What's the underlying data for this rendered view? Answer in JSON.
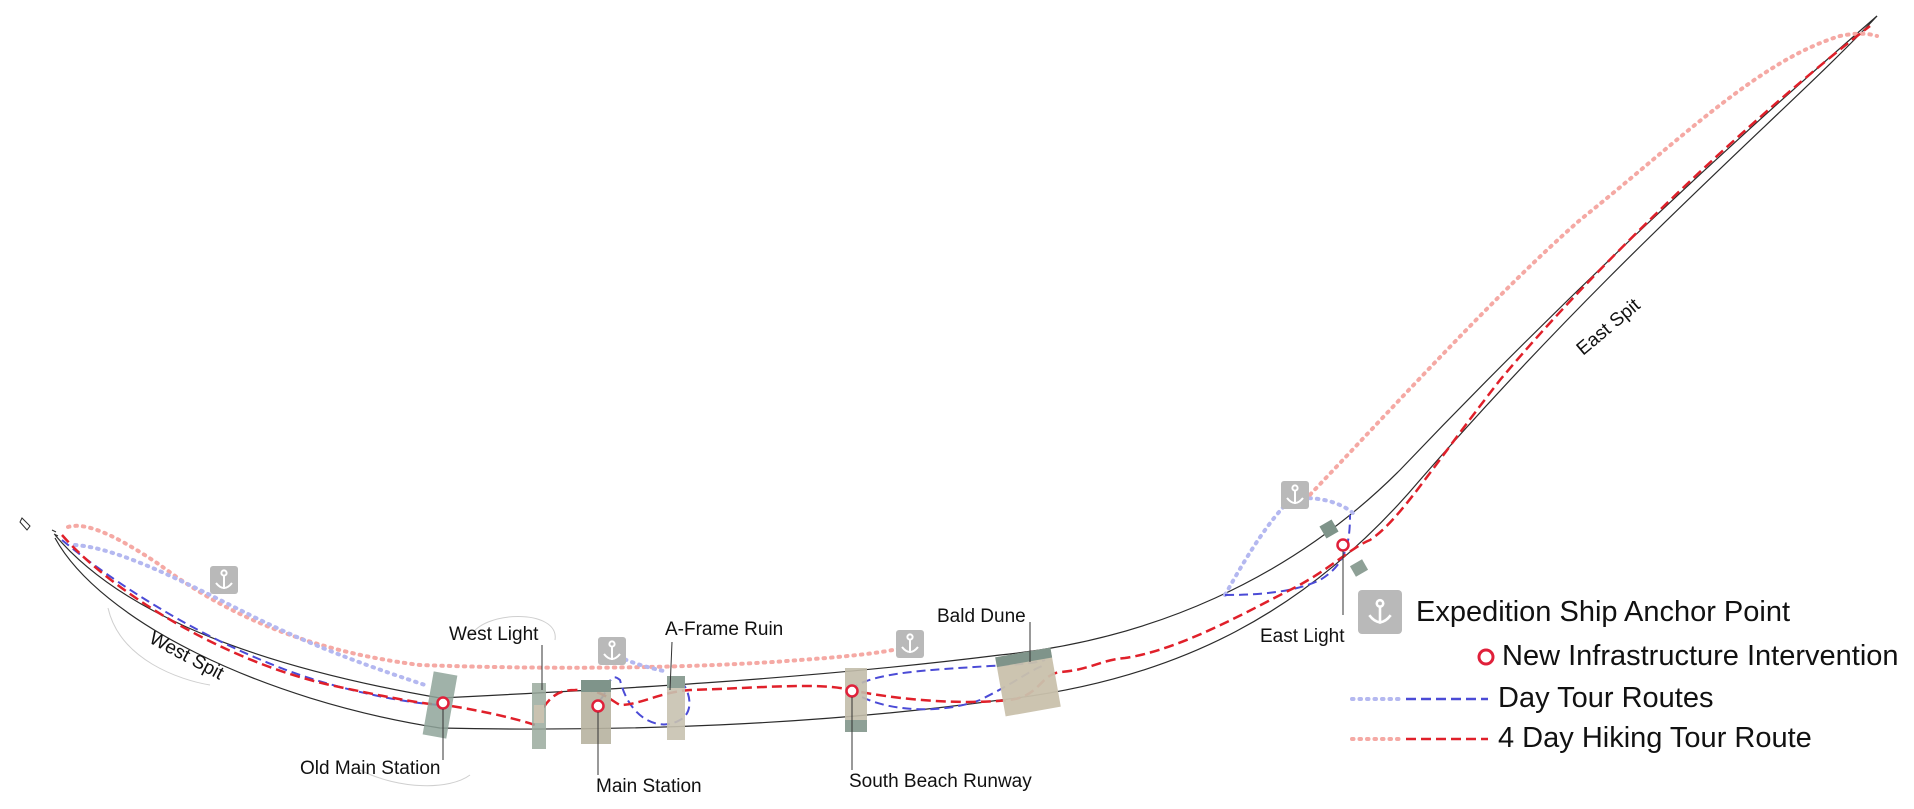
{
  "labels": {
    "west_spit": "West Spit",
    "east_spit": "East Spit",
    "west_light": "West Light",
    "a_frame_ruin": "A-Frame Ruin",
    "bald_dune": "Bald Dune",
    "old_main_station": "Old Main Station",
    "main_station": "Main Station",
    "south_beach_runway": "South Beach Runway",
    "east_light": "East Light"
  },
  "legend": {
    "anchor": "Expedition Ship Anchor Point",
    "infrastructure": "New Infrastructure Intervention",
    "day_tour": "Day Tour Routes",
    "hiking_tour": "4 Day Hiking Tour Route"
  },
  "colors": {
    "coastline": "#2b2b2b",
    "day_route": "#4b4bd6",
    "day_route_light": "#b4b8f0",
    "hiking_route": "#e0202a",
    "hiking_route_light": "#f5a9a4",
    "intervention": "#e0203a",
    "anchor_bg": "#b9b9b9"
  },
  "icons": {
    "anchor": "anchor-icon",
    "intervention": "circle-marker-icon"
  }
}
